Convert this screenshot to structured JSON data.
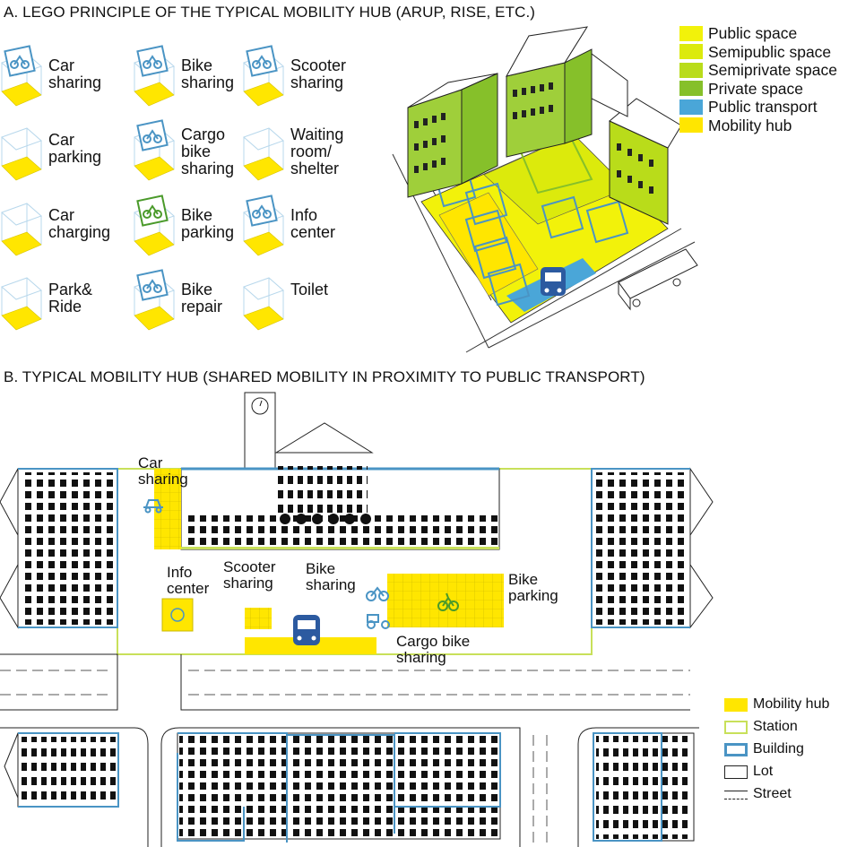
{
  "section_a": {
    "title": "A. LEGO PRINCIPLE OF THE TYPICAL MOBILITY HUB (ARUP, RISE, ETC.)",
    "modules": [
      {
        "icon": "car-sharing-icon",
        "label_l1": "Car",
        "label_l2": "sharing",
        "label_l3": ""
      },
      {
        "icon": "bike-sharing-icon",
        "label_l1": "Bike",
        "label_l2": "sharing",
        "label_l3": ""
      },
      {
        "icon": "scooter-sharing-icon",
        "label_l1": "Scooter",
        "label_l2": "sharing",
        "label_l3": ""
      },
      {
        "icon": "",
        "label_l1": "Car",
        "label_l2": "parking",
        "label_l3": ""
      },
      {
        "icon": "cargo-bike-icon",
        "label_l1": "Cargo",
        "label_l2": "bike",
        "label_l3": "sharing"
      },
      {
        "icon": "",
        "label_l1": "Waiting",
        "label_l2": "room/",
        "label_l3": "shelter"
      },
      {
        "icon": "",
        "label_l1": "Car",
        "label_l2": "charging",
        "label_l3": ""
      },
      {
        "icon": "bike-parking-icon",
        "label_l1": "Bike",
        "label_l2": "parking",
        "label_l3": ""
      },
      {
        "icon": "info-icon",
        "label_l1": "Info",
        "label_l2": "center",
        "label_l3": ""
      },
      {
        "icon": "",
        "label_l1": "Park&",
        "label_l2": "Ride",
        "label_l3": ""
      },
      {
        "icon": "bike-repair-icon",
        "label_l1": "Bike",
        "label_l2": "repair",
        "label_l3": ""
      },
      {
        "icon": "",
        "label_l1": "",
        "label_l2": "Toilet",
        "label_l3": ""
      }
    ],
    "legend": [
      {
        "label": "Public space",
        "color": "#f2f20a"
      },
      {
        "label": "Semipublic space",
        "color": "#dcea0c"
      },
      {
        "label": "Semiprivate space",
        "color": "#b9dc1a"
      },
      {
        "label": "Private space",
        "color": "#86c02a"
      },
      {
        "label": "Public transport",
        "color": "#4aa6d8"
      },
      {
        "label": "Mobility hub",
        "color": "#ffe600"
      }
    ]
  },
  "section_b": {
    "title": "B. TYPICAL MOBILITY HUB (SHARED MOBILITY IN PROXIMITY TO PUBLIC TRANSPORT)",
    "labels": {
      "car_sharing_l1": "Car",
      "car_sharing_l2": "sharing",
      "info_l1": "Info",
      "info_l2": "center",
      "scooter_l1": "Scooter",
      "scooter_l2": "sharing",
      "bike_l1": "Bike",
      "bike_l2": "sharing",
      "bike_parking_l1": "Bike",
      "bike_parking_l2": "parking",
      "cargo_l1": "Cargo bike",
      "cargo_l2": "sharing"
    },
    "legend": [
      {
        "label": "Mobility hub",
        "color": "#ffe600"
      },
      {
        "label": "Station",
        "color": "#c8e05a"
      },
      {
        "label": "Building",
        "color": "#4a94c4"
      },
      {
        "label": "Lot",
        "color": "#222222"
      },
      {
        "label": "Street",
        "color": "#222222"
      }
    ]
  }
}
